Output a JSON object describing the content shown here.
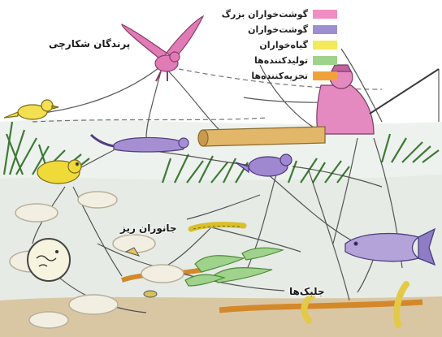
{
  "legend": [
    {
      "label": "گوشت‌خواران بزرگ",
      "color": "#f08ec4"
    },
    {
      "label": "گوشت‌خواران",
      "color": "#9c8fd0"
    },
    {
      "label": "گیاه‌خواران",
      "color": "#f2ea5a"
    },
    {
      "label": "تولیدکننده‌ها",
      "color": "#9fd28a"
    },
    {
      "label": "تجزیه‌کننده‌ها",
      "color": "#f0a23a"
    }
  ],
  "labels": {
    "birds_of_prey": "پرندگان شکارچی",
    "micro_organisms": "جانوران ریز",
    "algae": "جلبک‌ها"
  }
}
